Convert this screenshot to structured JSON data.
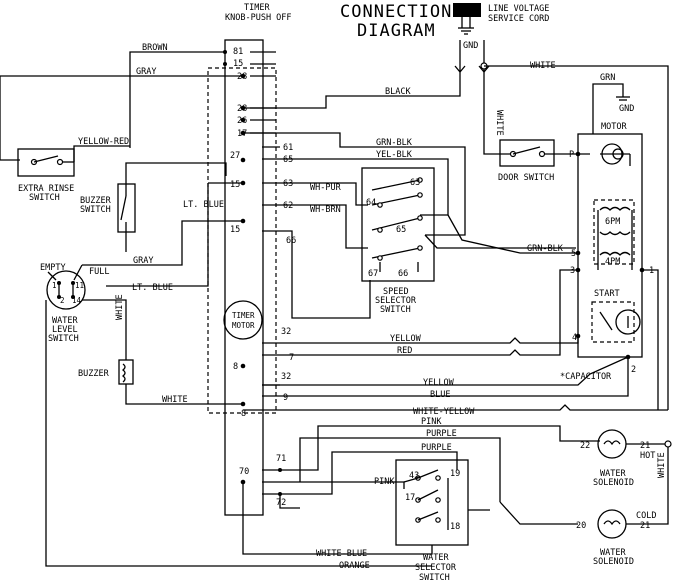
{
  "title": {
    "line1": "CONNECTION",
    "line2": "DIAGRAM"
  },
  "cord": {
    "line1": "LINE VOLTAGE",
    "line2": "SERVICE CORD",
    "gnd": "GND"
  },
  "timer": {
    "line1": "TIMER",
    "line2": "KNOB-PUSH OFF",
    "motor1": "TIMER",
    "motor2": "MOTOR"
  },
  "terminals": {
    "t81": "81",
    "t15a": "15",
    "t28a": "28",
    "t28b": "28",
    "t26": "26",
    "t17": "17",
    "t27": "27",
    "t61": "61",
    "t65": "65",
    "t15b": "15",
    "t63": "63",
    "t62": "62",
    "t15c": "15",
    "t66": "66",
    "t32a": "32",
    "t7": "7",
    "t8a": "8",
    "t32b": "32",
    "t9": "9",
    "t8b": "8",
    "t70": "70",
    "t71": "71",
    "t72": "72"
  },
  "wires": {
    "brown": "BROWN",
    "gray_top": "GRAY",
    "black": "BLACK",
    "white_top": "WHITE",
    "yellow_red": "YELLOW-RED",
    "grn_blk": "GRN-BLK",
    "yel_blk": "YEL-BLK",
    "wh_pur": "WH-PUR",
    "wh_brn": "WH-BRN",
    "lt_blue_timer": "LT. BLUE",
    "grn_blk_motor": "GRN-BLK",
    "gray_level": "GRAY",
    "lt_blue_level": "LT. BLUE",
    "white_vert": "WHITE",
    "white_door": "WHITE",
    "yellow_a": "YELLOW",
    "red": "RED",
    "yellow_b": "YELLOW",
    "blue": "BLUE",
    "white_bottom": "WHITE",
    "white_yellow": "WHITE-YELLOW",
    "pink": "PINK",
    "purple_a": "PURPLE",
    "purple_b": "PURPLE",
    "pink_b": "PINK",
    "white_blue": "WHITE-BLUE",
    "orange": "ORANGE",
    "white_right": "WHITE",
    "grn": "GRN",
    "gnd_motor": "GND"
  },
  "extra_rinse": {
    "line1": "EXTRA RINSE",
    "line2": "SWITCH"
  },
  "buzzer_switch": {
    "line1": "BUZZER",
    "line2": "SWITCH"
  },
  "water_level": {
    "empty": "EMPTY",
    "full": "FULL",
    "t1": "1",
    "t2": "2",
    "t11": "11",
    "t14": "14",
    "line1": "WATER",
    "line2": "LEVEL",
    "line3": "SWITCH"
  },
  "buzzer": {
    "label": "BUZZER"
  },
  "speed_selector": {
    "t63": "63",
    "t64": "64",
    "t65": "65",
    "t67": "67",
    "t66": "66",
    "line1": "SPEED",
    "line2": "SELECTOR",
    "line3": "SWITCH"
  },
  "door_switch": {
    "label": "DOOR SWITCH"
  },
  "motor": {
    "label": "MOTOR",
    "p": "P",
    "t5": "5",
    "t3": "3",
    "t1": "1",
    "t4": "4",
    "t2": "2",
    "pm6": "6PM",
    "pm4": "4PM",
    "start": "START",
    "capacitor": "*CAPACITOR"
  },
  "water_selector": {
    "t43": "43",
    "t19": "19",
    "t17": "17",
    "t18": "18",
    "line1": "WATER",
    "line2": "SELECTOR",
    "line3": "SWITCH"
  },
  "hot_solenoid": {
    "t22": "22",
    "t21": "21",
    "hot": "HOT",
    "line1": "WATER",
    "line2": "SOLENOID"
  },
  "cold_solenoid": {
    "t20": "20",
    "t21": "21",
    "cold": "COLD",
    "line1": "WATER",
    "line2": "SOLENOID"
  }
}
